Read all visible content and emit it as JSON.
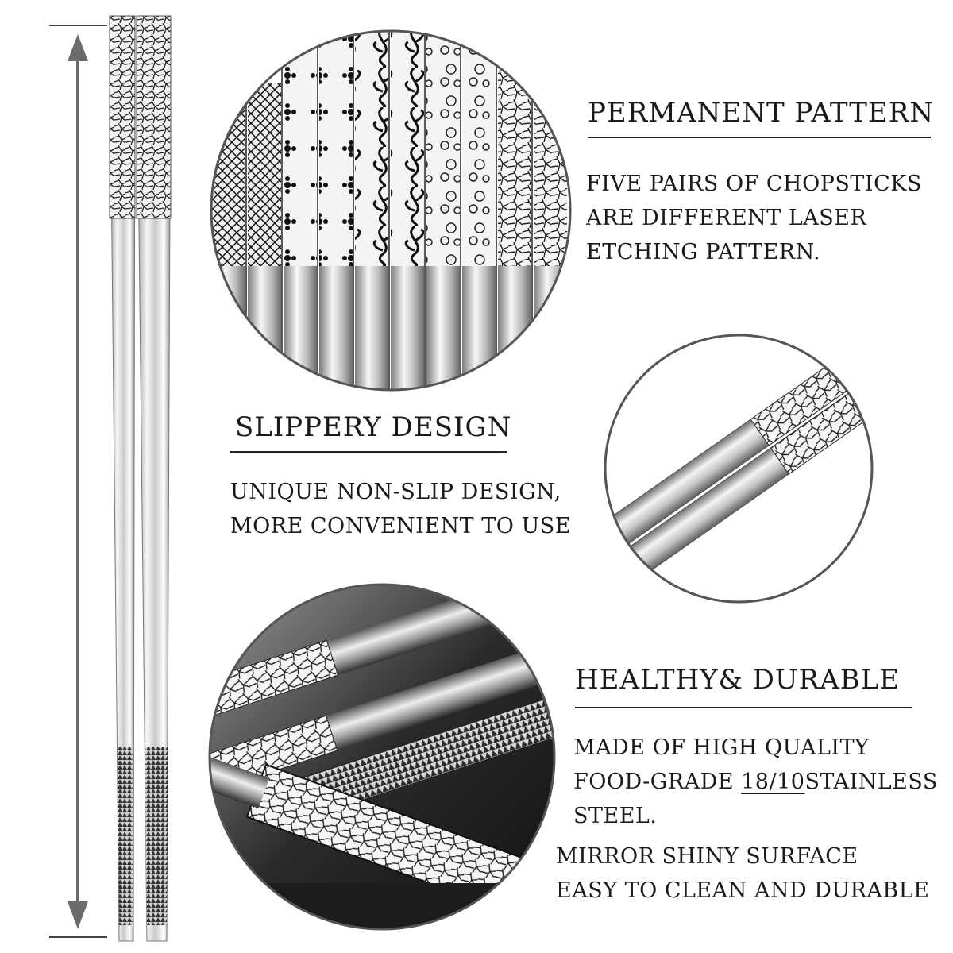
{
  "sections": {
    "permanent": {
      "heading": "PERMANENT PATTERN",
      "lines": [
        "FIVE PAIRS OF CHOPSTICKS",
        "ARE DIFFERENT LASER",
        "ETCHING PATTERN."
      ]
    },
    "slippery": {
      "heading": "SLIPPERY DESIGN",
      "lines": [
        "UNIQUE NON-SLIP DESIGN,",
        "MORE CONVENIENT TO USE"
      ]
    },
    "healthy": {
      "heading": "HEALTHY& DURABLE",
      "line1": "MADE OF HIGH QUALITY",
      "line2_prefix": "FOOD-GRADE ",
      "line2_emph": "18/10",
      "line2_suffix": "STAINLESS",
      "line3": "STEEL.",
      "line4": "MIRROR SHINY SURFACE",
      "line5": "EASY TO CLEAN AND DURABLE"
    }
  },
  "colors": {
    "steel_light": "#e8e8e8",
    "steel_mid": "#a8a8a8",
    "steel_dark": "#3a3a3a",
    "arrow": "#6b6b6b",
    "circle_border": "#555555"
  }
}
